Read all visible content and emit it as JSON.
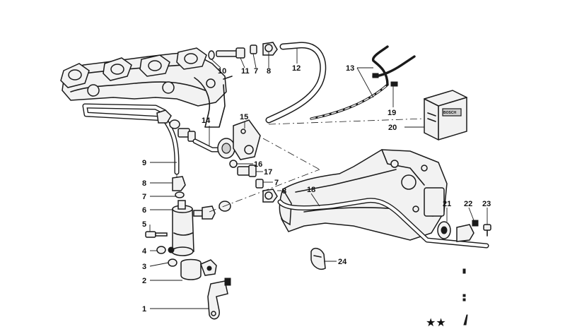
{
  "callouts": [
    {
      "id": "c1",
      "label": "1"
    },
    {
      "id": "c2",
      "label": "2"
    },
    {
      "id": "c3",
      "label": "3"
    },
    {
      "id": "c4",
      "label": "4"
    },
    {
      "id": "c5",
      "label": "5"
    },
    {
      "id": "c6",
      "label": "6"
    },
    {
      "id": "c7a",
      "label": "7"
    },
    {
      "id": "c8a",
      "label": "8"
    },
    {
      "id": "c9",
      "label": "9"
    },
    {
      "id": "c10",
      "label": "10"
    },
    {
      "id": "c11",
      "label": "11"
    },
    {
      "id": "c7b",
      "label": "7"
    },
    {
      "id": "c8b",
      "label": "8"
    },
    {
      "id": "c12",
      "label": "12"
    },
    {
      "id": "c13",
      "label": "13"
    },
    {
      "id": "c14",
      "label": "14"
    },
    {
      "id": "c15",
      "label": "15"
    },
    {
      "id": "c16",
      "label": "16"
    },
    {
      "id": "c17",
      "label": "17"
    },
    {
      "id": "c7c",
      "label": "7"
    },
    {
      "id": "c8c",
      "label": "8"
    },
    {
      "id": "c18",
      "label": "18"
    },
    {
      "id": "c19",
      "label": "19"
    },
    {
      "id": "c20",
      "label": "20"
    },
    {
      "id": "c21",
      "label": "21"
    },
    {
      "id": "c22",
      "label": "22"
    },
    {
      "id": "c23",
      "label": "23"
    },
    {
      "id": "c24",
      "label": "24"
    }
  ],
  "control_unit_brand": "BOSCH",
  "footer_marks": "★★"
}
